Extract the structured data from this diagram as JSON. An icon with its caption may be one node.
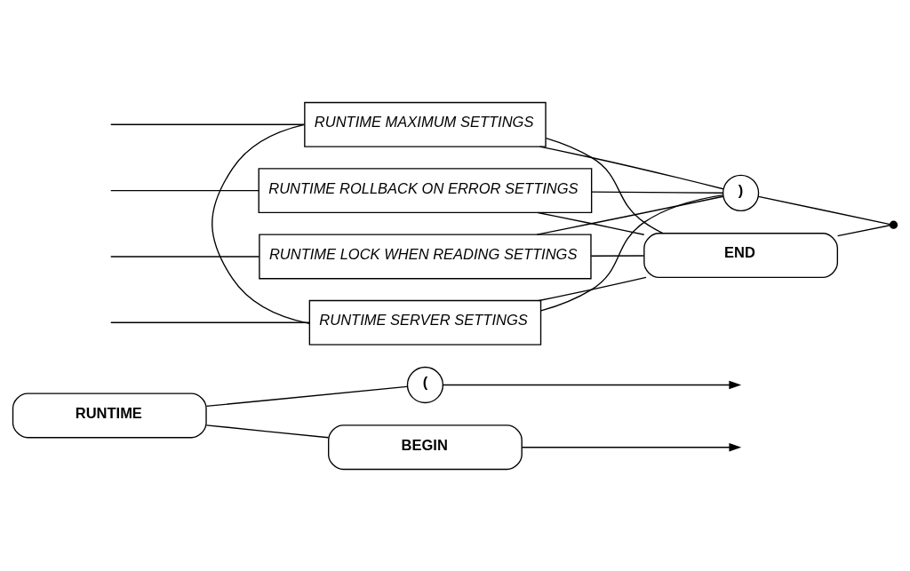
{
  "diagram": {
    "nodes": [
      {
        "text": [
          "RUNTIME"
        ]
      },
      {
        "text": [
          "("
        ]
      },
      {
        "text": [
          "BEGIN"
        ]
      },
      {
        "text": [
          "RUNTIME MAXIMUM SETTINGS"
        ]
      },
      {
        "text": [
          "RUNTIME ROLLBACK ON ERROR SETTINGS"
        ]
      },
      {
        "text": [
          "RUNTIME LOCK WHEN READING SETTINGS"
        ]
      },
      {
        "text": [
          "RUNTIME SERVER SETTINGS"
        ]
      },
      {
        "text": [
          ")"
        ]
      },
      {
        "text": [
          "END"
        ]
      },
      {
        "text": [],
        "shape": "circle"
      }
    ],
    "edges": [
      {
        "from": 0,
        "to": 1,
        "arrow": "none"
      },
      {
        "from": 0,
        "to": 2,
        "arrow": "none"
      },
      {
        "from": 1,
        "to": null,
        "arrow": "to"
      },
      {
        "from": 2,
        "to": null,
        "arrow": "to"
      },
      {
        "from": null,
        "to": 3,
        "arrow": "none"
      },
      {
        "from": null,
        "to": 4,
        "arrow": "none"
      },
      {
        "from": null,
        "to": 5,
        "arrow": "none"
      },
      {
        "from": null,
        "to": 6,
        "arrow": "none"
      },
      {
        "from": 6,
        "to": 3,
        "arrow": "none"
      },
      {
        "from": 3,
        "to": 7,
        "arrow": "none"
      },
      {
        "from": 4,
        "to": 7,
        "arrow": "none"
      },
      {
        "from": 5,
        "to": 7,
        "arrow": "none"
      },
      {
        "from": 6,
        "to": 7,
        "arrow": "none"
      },
      {
        "from": 3,
        "to": 8,
        "arrow": "none"
      },
      {
        "from": 4,
        "to": 8,
        "arrow": "none"
      },
      {
        "from": 5,
        "to": 8,
        "arrow": "none"
      },
      {
        "from": 6,
        "to": 8,
        "arrow": "none"
      },
      {
        "from": 7,
        "to": 9,
        "arrow": "none"
      },
      {
        "from": 8,
        "to": 9,
        "arrow": "none"
      }
    ]
  }
}
